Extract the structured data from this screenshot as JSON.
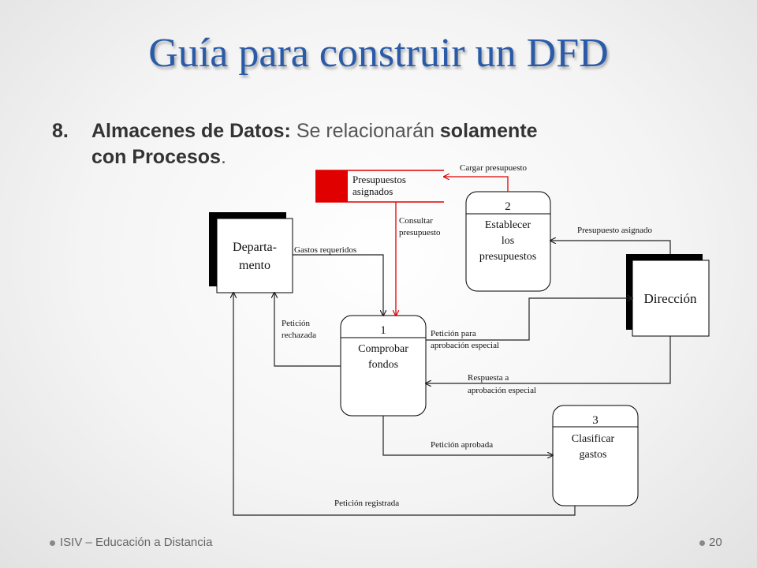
{
  "title": "Guía para construir un DFD",
  "bullet": {
    "number": "8.",
    "bold_lead": "Almacenes de Datos:",
    "text_mid": " Se relacionarán ",
    "bold_mid": "solamente",
    "bold_end": "con Procesos",
    "text_end": "."
  },
  "diagram": {
    "entities": {
      "departamento": {
        "line1": "Departa-",
        "line2": "mento"
      },
      "direccion": {
        "label": "Dirección"
      }
    },
    "datastore": {
      "line1": "Presupuestos",
      "line2": "asignados",
      "marker_color": "#ff0000"
    },
    "processes": {
      "p1": {
        "number": "1",
        "line1": "Comprobar",
        "line2": "fondos"
      },
      "p2": {
        "number": "2",
        "line1": "Establecer",
        "line2": "los",
        "line3": "presupuestos"
      },
      "p3": {
        "number": "3",
        "line1": "Clasificar",
        "line2": "gastos"
      }
    },
    "flows": {
      "cargar": "Cargar presupuesto",
      "consultar1": "Consultar",
      "consultar2": "presupuesto",
      "gastos": "Gastos requeridos",
      "presupuesto_asignado": "Presupuesto asignado",
      "peticion_rechazada1": "Petición",
      "peticion_rechazada2": "rechazada",
      "peticion_para1": "Petición para",
      "peticion_para2": "aprobación especial",
      "respuesta1": "Respuesta a",
      "respuesta2": "aprobación especial",
      "peticion_aprobada": "Petición aprobada",
      "peticion_registrada": "Petición registrada"
    },
    "colors": {
      "highlight": "#e00000",
      "line": "#222222"
    }
  },
  "footer": {
    "text": "ISIV – Educación a Distancia",
    "page": "20"
  }
}
